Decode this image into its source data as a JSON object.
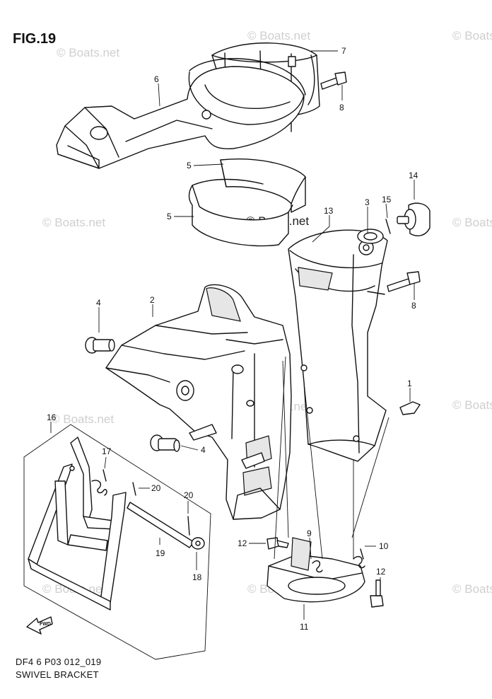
{
  "figure": {
    "title": "FIG.19",
    "code": "DF4 6 P03 012_019",
    "caption": "SWIVEL BRACKET"
  },
  "watermark": {
    "text": "© Boats.net",
    "color": "#cfcfcf",
    "center_text": "© Boats.net"
  },
  "direction_arrow": {
    "label": "FWD"
  },
  "callouts": [
    {
      "id": "callout-1",
      "label": "1"
    },
    {
      "id": "callout-2",
      "label": "2"
    },
    {
      "id": "callout-3",
      "label": "3"
    },
    {
      "id": "callout-4a",
      "label": "4"
    },
    {
      "id": "callout-4b",
      "label": "4"
    },
    {
      "id": "callout-5a",
      "label": "5"
    },
    {
      "id": "callout-5b",
      "label": "5"
    },
    {
      "id": "callout-6",
      "label": "6"
    },
    {
      "id": "callout-7",
      "label": "7"
    },
    {
      "id": "callout-8a",
      "label": "8"
    },
    {
      "id": "callout-8b",
      "label": "8"
    },
    {
      "id": "callout-9",
      "label": "9"
    },
    {
      "id": "callout-10",
      "label": "10"
    },
    {
      "id": "callout-11",
      "label": "11"
    },
    {
      "id": "callout-12a",
      "label": "12"
    },
    {
      "id": "callout-12b",
      "label": "12"
    },
    {
      "id": "callout-13",
      "label": "13"
    },
    {
      "id": "callout-14",
      "label": "14"
    },
    {
      "id": "callout-15",
      "label": "15"
    },
    {
      "id": "callout-16",
      "label": "16"
    },
    {
      "id": "callout-17",
      "label": "17"
    },
    {
      "id": "callout-18",
      "label": "18"
    },
    {
      "id": "callout-19",
      "label": "19"
    },
    {
      "id": "callout-20a",
      "label": "20"
    },
    {
      "id": "callout-20b",
      "label": "20"
    }
  ]
}
